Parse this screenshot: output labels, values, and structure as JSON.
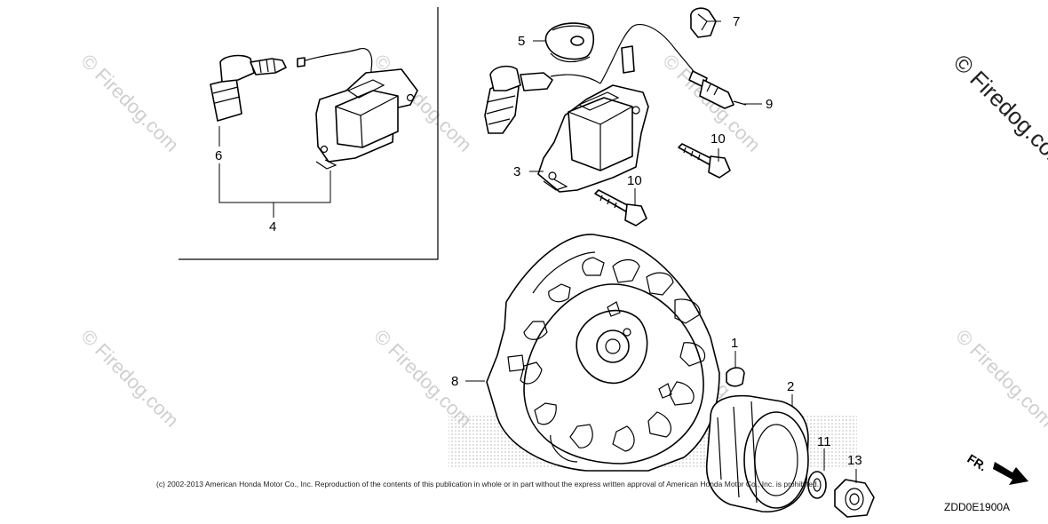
{
  "diagram": {
    "callouts": {
      "p1": "1",
      "p2": "2",
      "p3": "3",
      "p4": "4",
      "p5": "5",
      "p6": "6",
      "p7": "7",
      "p8": "8",
      "p9": "9",
      "p10a": "10",
      "p10b": "10",
      "p11": "11",
      "p13": "13"
    },
    "watermark": "© Firedog.com",
    "copyright": "(c) 2002-2013 American Honda Motor Co., Inc. Reproduction of the contents of this publication in whole or in part without the express written approval of American Honda Motor Co., Inc. is prohibited.",
    "diagram_code": "ZDD0E1900A",
    "front_label": "FR.",
    "colors": {
      "ink": "#000000",
      "watermark": "#cfcfcf",
      "stipple": "#b8b8b8"
    }
  }
}
